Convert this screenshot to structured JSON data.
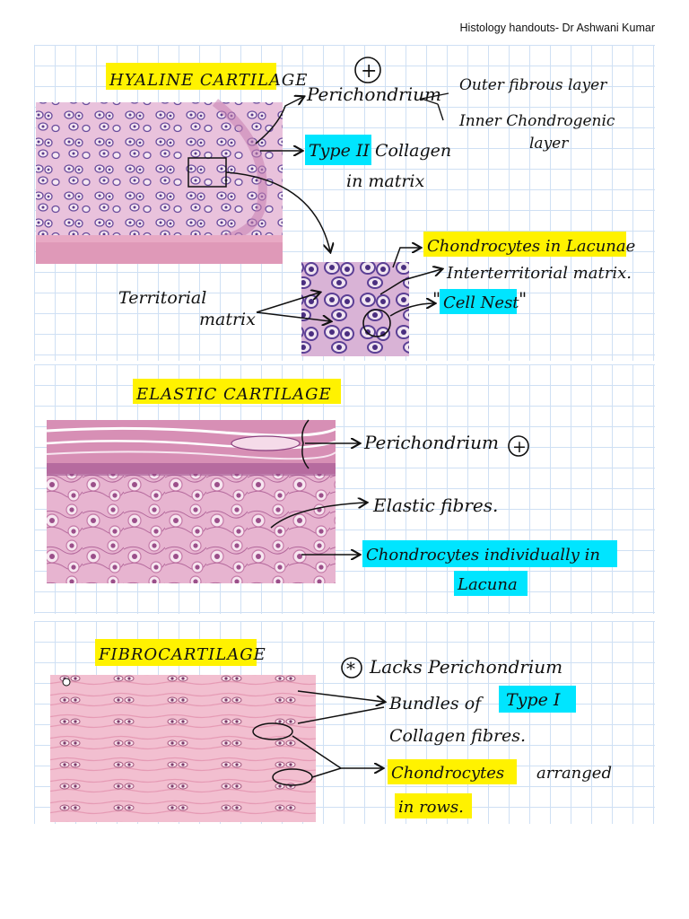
{
  "header": {
    "text": "Histology handouts- Dr Ashwani Kumar"
  },
  "colors": {
    "highlight_yellow": "#fff200",
    "highlight_cyan": "#00e5ff",
    "grid_line": "#cfe0f4",
    "hyaline_tissue": "#e6b9d6",
    "elastic_tissue": "#e3a9c9",
    "fibro_tissue": "#f0b8cb",
    "cell_purple": "#6a4c9c"
  },
  "hyaline": {
    "title": "HYALINE CARTILAGE",
    "plus_symbol": "+",
    "perichondrium": "Perichondrium",
    "outer_layer": "Outer fibrous layer",
    "inner_layer_line1": "Inner Chondrogenic",
    "inner_layer_line2": "layer",
    "type2_highlight": "Type II",
    "collagen_rest": "Collagen",
    "in_matrix": "in matrix",
    "chondrocytes_lacunae": "Chondrocytes in Lacunae",
    "interterritorial": "Interterritorial matrix.",
    "cell_nest_open": "\"",
    "cell_nest": "Cell Nest",
    "cell_nest_close": "\"",
    "territorial_line1": "Territorial",
    "territorial_line2": "matrix"
  },
  "elastic": {
    "title": "ELASTIC CARTILAGE",
    "perichondrium": "Perichondrium",
    "plus_symbol": "+",
    "elastic_fibres": "Elastic fibres.",
    "chondrocytes_line1": "Chondrocytes individually in",
    "chondrocytes_line2": "Lacuna"
  },
  "fibro": {
    "title": "FIBROCARTILAGE",
    "asterisk": "*",
    "lacks": "Lacks Perichondrium",
    "bundles_of": "Bundles of",
    "type1_highlight": "Type I",
    "collagen_fibres": "Collagen fibres.",
    "chondrocytes": "Chondrocytes",
    "arranged": "arranged",
    "in_rows": "in rows."
  }
}
